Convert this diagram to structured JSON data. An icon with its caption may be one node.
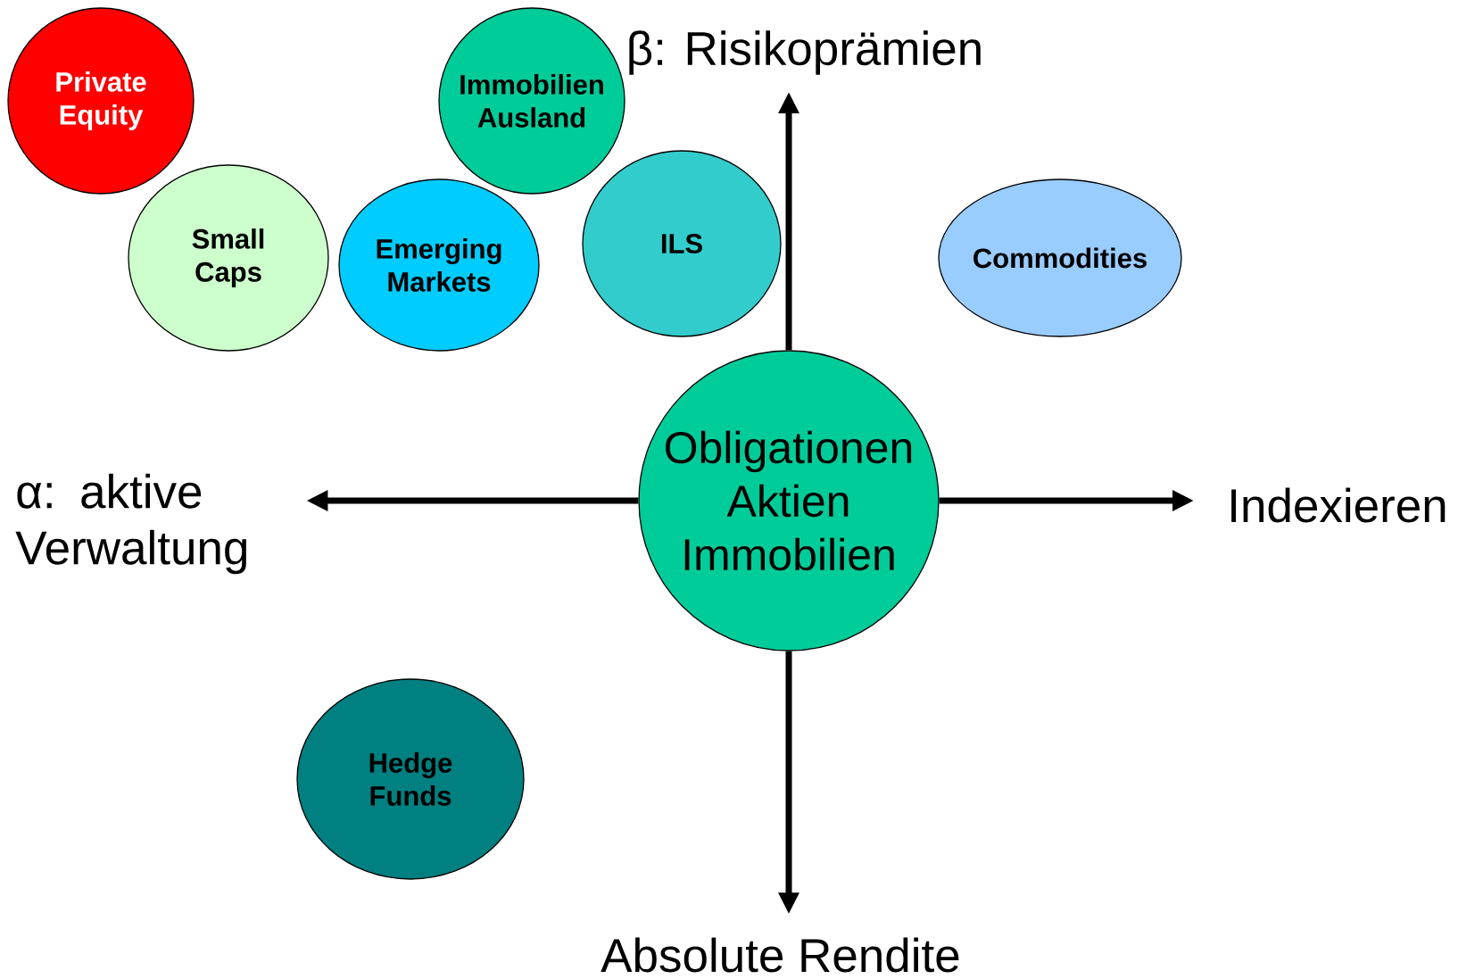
{
  "diagram": {
    "nodes": [
      {
        "text": [
          "Private Equity"
        ]
      },
      {
        "text": [
          "Immobilien Ausland"
        ]
      },
      {
        "text": [
          "β: Risikoprämien"
        ]
      },
      {
        "text": [
          "Small Caps"
        ]
      },
      {
        "text": [
          "Emerging Markets"
        ]
      },
      {
        "text": [
          "ILS"
        ]
      },
      {
        "text": [
          "Commodities"
        ]
      },
      {
        "text": [
          "Obligationen Aktien Immobilien"
        ]
      },
      {
        "text": [
          "α: aktive Verwaltung"
        ]
      },
      {
        "text": [
          "Indexieren"
        ]
      },
      {
        "text": [
          "Hedge Funds"
        ]
      },
      {
        "text": [
          "Absolute Rendite"
        ]
      }
    ],
    "edges": [
      {
        "from": 7,
        "to": 2,
        "arrow": "to"
      },
      {
        "from": 7,
        "to": 8,
        "arrow": "to"
      },
      {
        "from": 7,
        "to": 9,
        "arrow": "to"
      },
      {
        "from": 7,
        "to": 11,
        "arrow": "to"
      }
    ]
  }
}
